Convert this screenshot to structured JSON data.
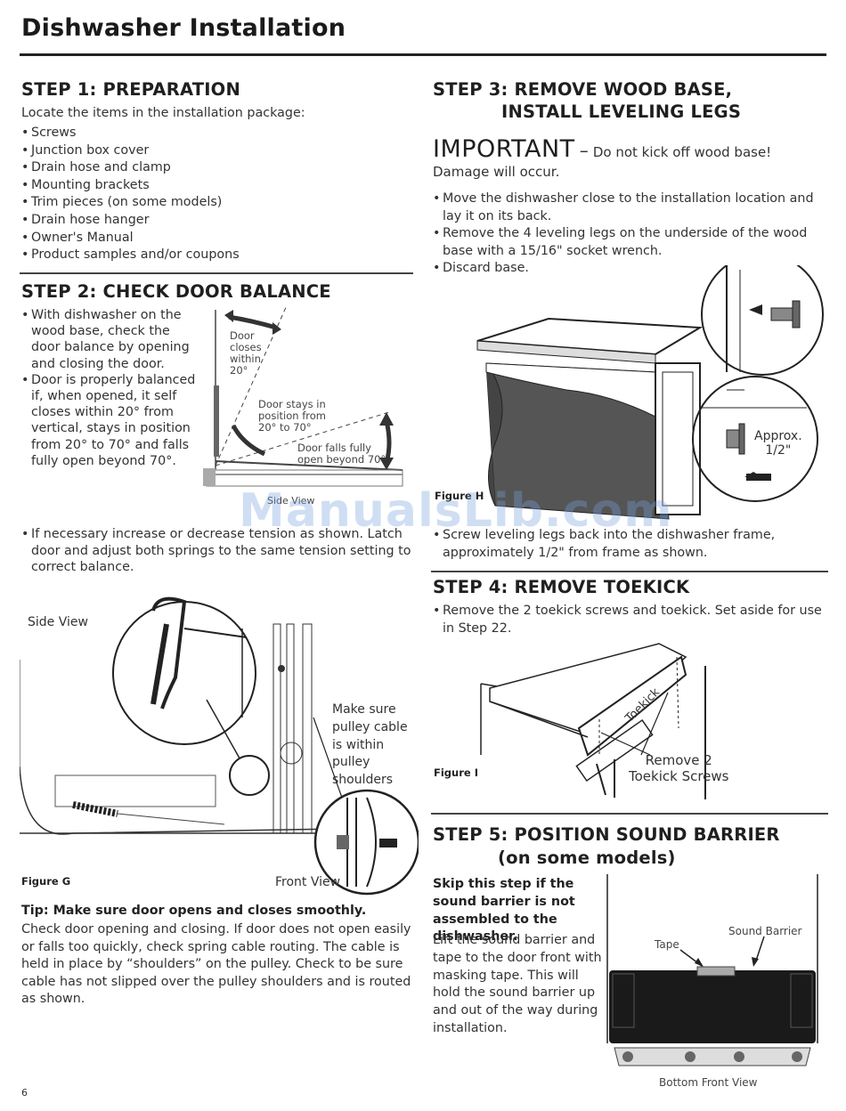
{
  "page_title": "Dishwasher Installation",
  "page_number": "6",
  "watermark": "ManualsLib.com",
  "step1": {
    "heading": "STEP 1: PREPARATION",
    "intro": "Locate the items in the installation package:",
    "items": [
      "Screws",
      "Junction box cover",
      "Drain hose and clamp",
      "Mounting brackets",
      "Trim pieces (on some models)",
      "Drain hose hanger",
      "Owner's Manual",
      "Product samples and/or coupons"
    ]
  },
  "step2": {
    "heading": "STEP 2: CHECK DOOR BALANCE",
    "bullets": [
      "With dishwasher on the wood base, check the door balance by opening and closing the door.",
      "Door is properly balanced if, when opened, it self closes within 20° from vertical, stays in position from 20° to 70° and falls fully open beyond 70°."
    ],
    "diagram": {
      "closes": "Door closes within 20°",
      "stays": "Door stays in position from 20° to 70°",
      "falls": "Door falls fully open beyond 70°",
      "side_view": "Side View"
    },
    "bullet3": "If necessary increase or decrease tension as shown. Latch door and adjust both springs to the same tension setting to correct balance.",
    "figure_g": {
      "label": "Figure G",
      "side_view": "Side View",
      "front_view": "Front View",
      "note": "Make sure pulley cable is within pulley shoulders"
    },
    "tip_heading": "Tip: Make sure door opens and closes smoothly.",
    "tip_text": "Check door opening and closing. If door does not open easily or falls too quickly, check spring cable routing. The cable is held in place by “shoulders” on the pulley. Check to be sure cable has not slipped over the pulley shoulders and is routed as shown."
  },
  "step3": {
    "heading_line1": "STEP 3: REMOVE WOOD BASE,",
    "heading_line2": "INSTALL LEVELING LEGS",
    "important_word": "IMPORTANT",
    "important_rest": "Do not kick off wood base!",
    "important_line2": "Damage will occur.",
    "bullets": [
      "Move the dishwasher close to the installation location and lay it on its back.",
      "Remove the 4 leveling legs on the underside of the wood base with a 15/16\" socket wrench.",
      "Discard base."
    ],
    "figure_h": {
      "label": "Figure H",
      "approx": "Approx.",
      "half": "1/2\""
    },
    "bullet_after": "Screw leveling legs back into the dishwasher frame, approximately 1/2\" from frame as shown."
  },
  "step4": {
    "heading": "STEP 4: REMOVE TOEKICK",
    "bullet": "Remove the 2 toekick screws and toekick. Set aside for use in Step 22.",
    "figure_i": {
      "label": "Figure I",
      "toekick": "Toekick",
      "screws_line1": "Remove 2",
      "screws_line2": "Toekick Screws"
    }
  },
  "step5": {
    "heading_line1": "STEP 5: POSITION SOUND BARRIER",
    "heading_line2": "(on some models)",
    "bold_note": "Skip this step if the sound barrier is not assembled to the dishwasher.",
    "text": "Lift the sound barrier and tape to the door front with masking tape. This will hold the sound barrier up and out of the way during installation.",
    "diagram": {
      "tape": "Tape",
      "sound_barrier": "Sound Barrier",
      "view": "Bottom Front View"
    }
  }
}
